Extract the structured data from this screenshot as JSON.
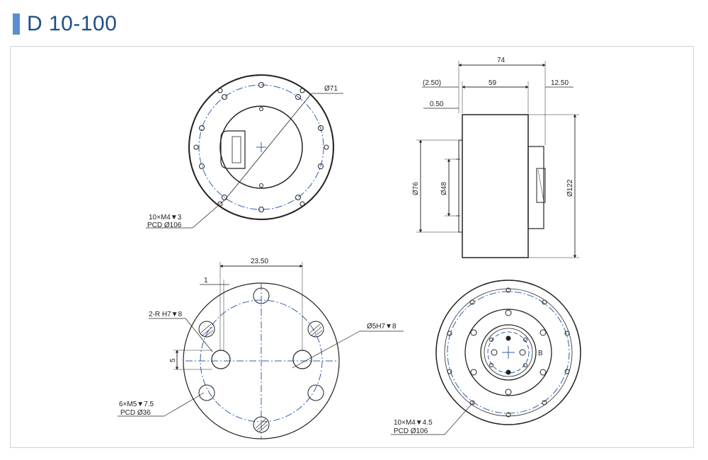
{
  "header": {
    "title": "D 10-100"
  },
  "colors": {
    "accent": "#5b8fd1",
    "title": "#1f4f86",
    "centerline": "#2f5fae",
    "line": "#222222"
  },
  "front_view": {
    "dia_label": "Ø71",
    "holes_note": "10×M4▼3",
    "pcd_note": "PCD Ø106"
  },
  "side_view": {
    "overall_len": "74",
    "body_len": "59",
    "end_len": "12.50",
    "offset": "(2.50)",
    "flange": "0.50",
    "dia_outer": "Ø122",
    "dia_mid": "Ø76",
    "dia_inner": "Ø48"
  },
  "rear_view": {
    "offset_x": "23.50",
    "offset_small": "1",
    "offset_v": "5",
    "pin_note": "2-R H7▼8",
    "hole_note": "Ø5H7▼8",
    "bolt_note": "6×M5▼7.5",
    "bolt_pcd": "PCD Ø36"
  },
  "output_view": {
    "label_b": "B",
    "holes_note": "10×M4▼4.5",
    "pcd_note": "PCD Ø106"
  }
}
